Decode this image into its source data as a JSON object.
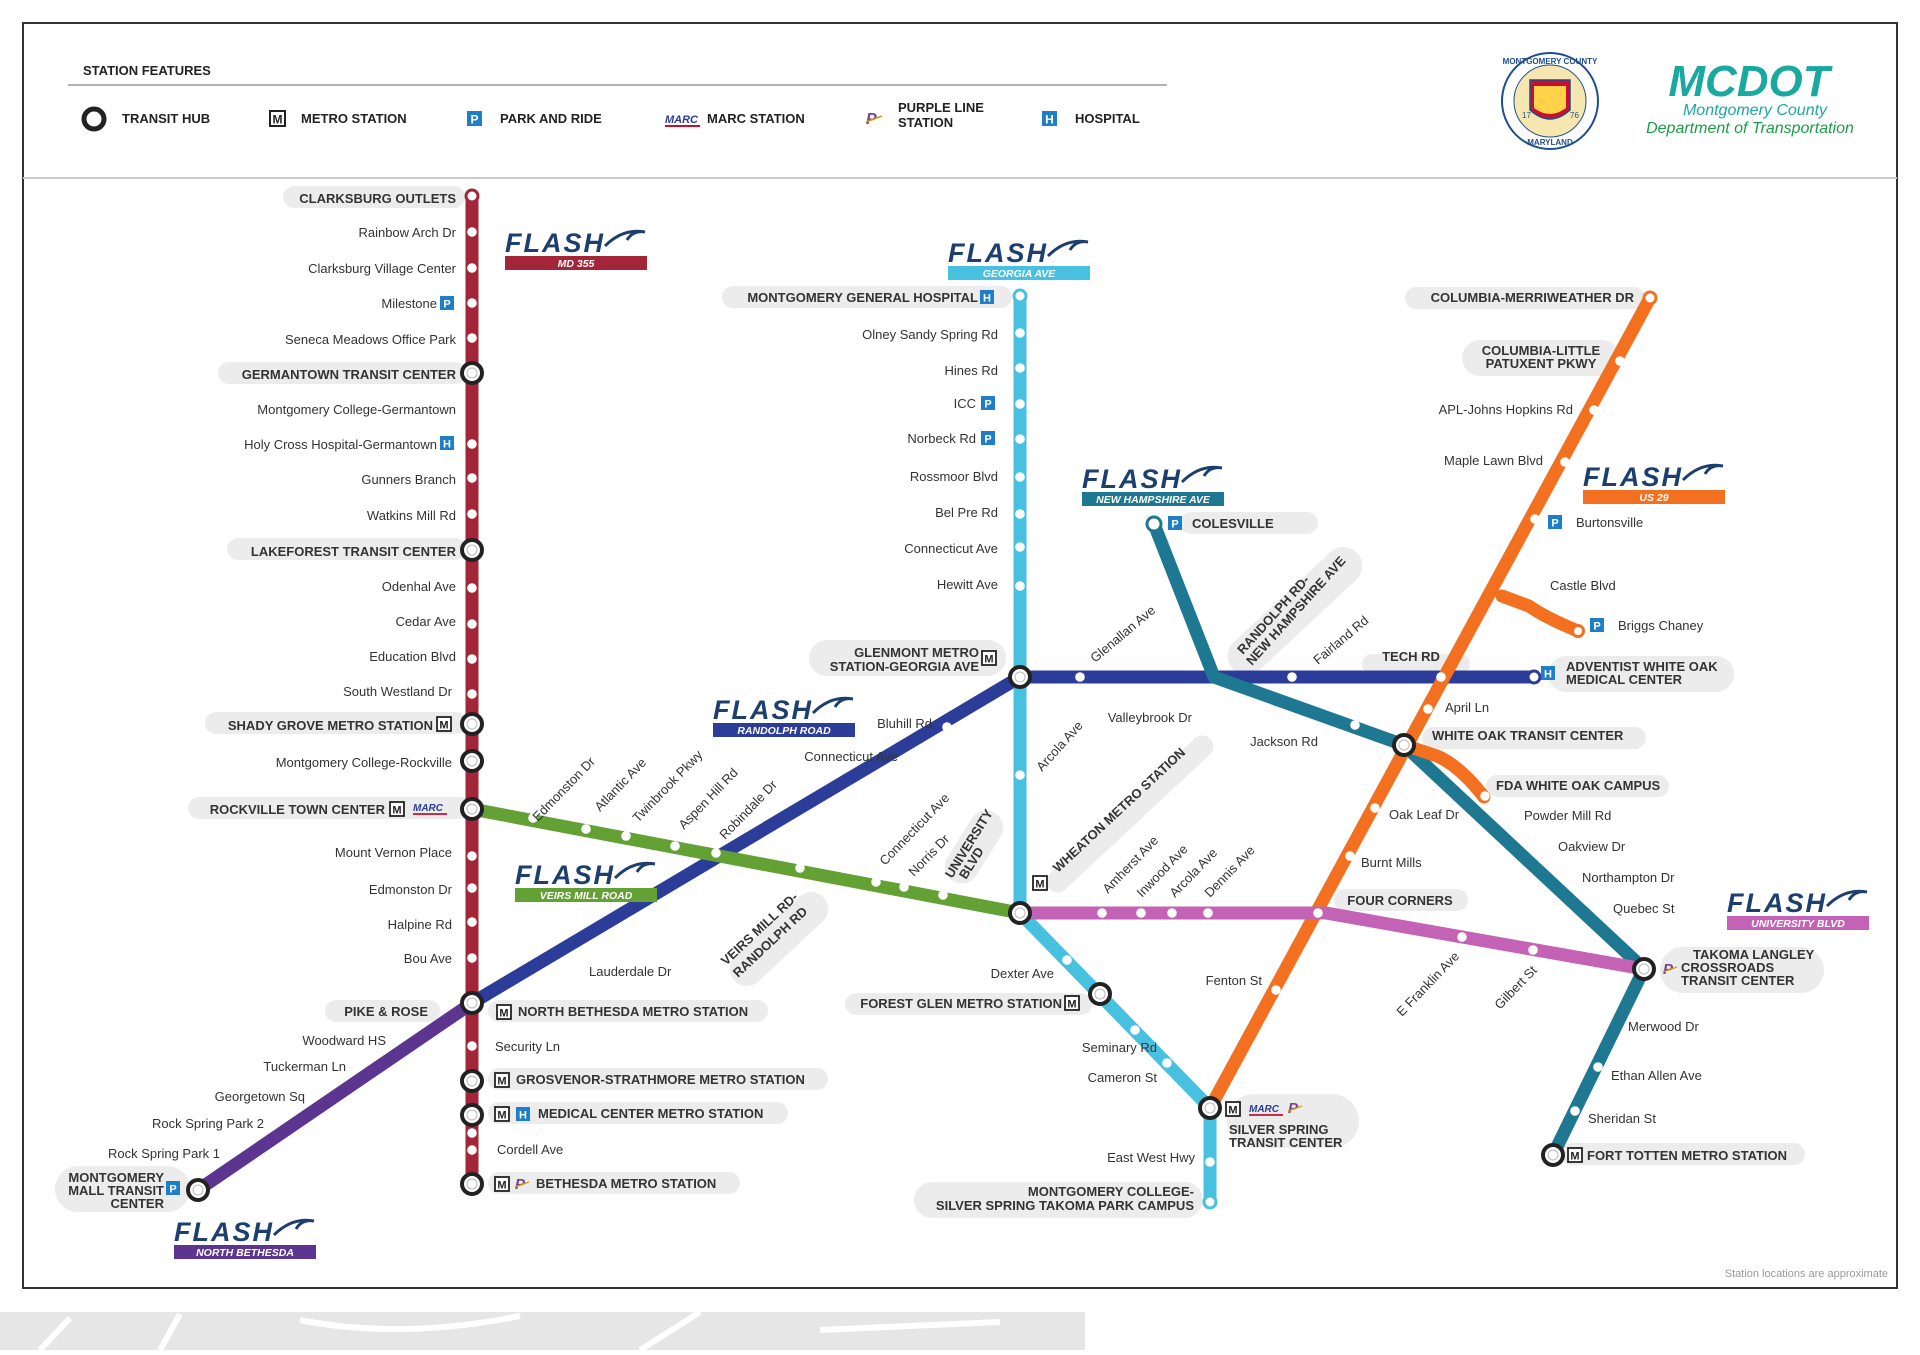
{
  "legend": {
    "title": "STATION FEATURES",
    "items": [
      {
        "icon": "transit-hub-icon",
        "label": "TRANSIT HUB"
      },
      {
        "icon": "metro-icon",
        "glyph": "M",
        "label": "METRO STATION"
      },
      {
        "icon": "park-and-ride-icon",
        "glyph": "P",
        "label": "PARK AND RIDE"
      },
      {
        "icon": "marc-icon",
        "glyph": "MARC",
        "label": "MARC STATION"
      },
      {
        "icon": "purple-line-icon",
        "glyph": "P",
        "label": "PURPLE LINE STATION"
      },
      {
        "icon": "hospital-icon",
        "glyph": "H",
        "label": "HOSPITAL"
      }
    ]
  },
  "brand": {
    "seal": {
      "top": "MONTGOMERY COUNTY",
      "bottom": "MARYLAND",
      "left_year": "17",
      "right_year": "76"
    },
    "name": "MCDOT",
    "sub1": "Montgomery County",
    "sub2": "Department of Transportation"
  },
  "colors": {
    "md355": "#a32638",
    "georgia": "#48c1e0",
    "newhampshire": "#1f7891",
    "randolph": "#2b3c99",
    "veirsmill": "#63a135",
    "us29": "#f37021",
    "university": "#c463b6",
    "northbethesda": "#5b3590",
    "pill": "#ececec",
    "icon_blue": "#1e7ec8",
    "text": "#333333"
  },
  "flash_word": "FLASH",
  "routes": {
    "md355": "MD 355",
    "georgia": "GEORGIA AVE",
    "newhampshire": "NEW HAMPSHIRE AVE",
    "randolph": "RANDOLPH ROAD",
    "veirsmill": "VEIRS MILL ROAD",
    "us29": "US 29",
    "university": "UNIVERSITY BLVD",
    "northbethesda": "NORTH BETHESDA"
  },
  "stations": {
    "clarksburg": "CLARKSBURG OUTLETS",
    "rainbow": "Rainbow Arch Dr",
    "clarksburg_village": "Clarksburg Village Center",
    "milestone": "Milestone",
    "seneca": "Seneca Meadows Office Park",
    "germantown": "GERMANTOWN TRANSIT CENTER",
    "mc_germantown": "Montgomery College-Germantown",
    "holycross": "Holy Cross Hospital-Germantown",
    "gunners": "Gunners Branch",
    "watkins": "Watkins Mill Rd",
    "lakeforest": "LAKEFOREST TRANSIT CENTER",
    "odenhal": "Odenhal Ave",
    "cedar": "Cedar Ave",
    "education": "Education Blvd",
    "southwestland": "South Westland Dr",
    "shadygrove": "SHADY GROVE METRO STATION",
    "mc_rockville": "Montgomery College-Rockville",
    "rockville": "ROCKVILLE TOWN CENTER",
    "mountvernon": "Mount Vernon Place",
    "edmonston_dr": "Edmonston Dr",
    "halpine": "Halpine Rd",
    "bou": "Bou Ave",
    "pikerose": "PIKE & ROSE",
    "northbethesda": "NORTH BETHESDA METRO STATION",
    "security": "Security Ln",
    "grosvenor": "GROSVENOR-STRATHMORE METRO STATION",
    "medical": "MEDICAL CENTER METRO STATION",
    "cordell": "Cordell Ave",
    "bethesda": "BETHESDA METRO STATION",
    "woodward": "Woodward HS",
    "tuckerman": "Tuckerman Ln",
    "georgetown": "Georgetown Sq",
    "rockspring2": "Rock Spring Park 2",
    "rockspring1": "Rock Spring Park 1",
    "mallline1": "MONTGOMERY",
    "mallline2": "MALL TRANSIT",
    "mallline3": "CENTER",
    "mgh": "MONTGOMERY GENERAL HOSPITAL",
    "olney": "Olney Sandy Spring Rd",
    "hines": "Hines Rd",
    "icc": "ICC",
    "norbeck": "Norbeck Rd",
    "rossmoor": "Rossmoor Blvd",
    "belpre": "Bel Pre Rd",
    "connecticut_g": "Connecticut Ave",
    "hewitt": "Hewitt Ave",
    "glenmont1": "GLENMONT METRO",
    "glenmont2": "STATION-GEORGIA AVE",
    "arcola1": "Arcola Ave",
    "wheaton": "WHEATON METRO STATION",
    "dexter": "Dexter Ave",
    "forestglen": "FOREST GLEN METRO STATION",
    "seminary": "Seminary Rd",
    "cameron": "Cameron St",
    "silverspring1": "SILVER SPRING",
    "silverspring2": "TRANSIT CENTER",
    "eastwest": "East West Hwy",
    "mcss1": "MONTGOMERY COLLEGE-",
    "mcss2": "SILVER SPRING TAKOMA PARK CAMPUS",
    "bluhill": "Bluhill Rd",
    "connecticut_r": "Connecticut Ave",
    "lauderdale": "Lauderdale Dr",
    "edmonston_v": "Edmonston Dr",
    "atlantic": "Atlantic Ave",
    "twinbrook": "Twinbrook Pkwy",
    "aspenhill": "Aspen Hill Rd",
    "robindale": "Robindale Dr",
    "connecticut_v": "Connecticut Ave",
    "norris": "Norris Dr",
    "univ1": "UNIVERSITY",
    "univ2": "BLVD",
    "veirs1": "VEIRS MILL RD-",
    "veirs2": "RANDOLPH RD",
    "glenallan": "Glenallan Ave",
    "randnh1": "RANDOLPH RD-",
    "randnh2": "NEW HAMPSHIRE AVE",
    "fairland": "Fairland Rd",
    "techrd": "TECH RD",
    "adventist1": "ADVENTIST WHITE OAK",
    "adventist2": "MEDICAL CENTER",
    "colesville": "COLESVILLE",
    "valleybrook": "Valleybrook Dr",
    "jackson": "Jackson Rd",
    "whiteoak": "WHITE OAK TRANSIT CENTER",
    "fda": "FDA WHITE OAK CAMPUS",
    "powdermill": "Powder Mill Rd",
    "oakview": "Oakview Dr",
    "northampton": "Northampton Dr",
    "quebec": "Quebec St",
    "takoma1": "TAKOMA LANGLEY",
    "takoma2": "CROSSROADS",
    "takoma3": "TRANSIT CENTER",
    "merwood": "Merwood Dr",
    "ethanallen": "Ethan Allen Ave",
    "sheridan": "Sheridan St",
    "forttotten": "FORT TOTTEN METRO STATION",
    "colmer": "COLUMBIA-MERRIWEATHER DR",
    "colpat1": "COLUMBIA-LITTLE",
    "colpat2": "PATUXENT PKWY",
    "apl": "APL-Johns Hopkins Rd",
    "maplelawn": "Maple Lawn Blvd",
    "burtonsville": "Burtonsville",
    "castle": "Castle Blvd",
    "briggs": "Briggs Chaney",
    "april": "April Ln",
    "oakleaf": "Oak Leaf Dr",
    "burntmills": "Burnt Mills",
    "fourcorners": "FOUR CORNERS",
    "fenton": "Fenton St",
    "amherst": "Amherst Ave",
    "inwood": "Inwood Ave",
    "arcola2": "Arcola Ave",
    "dennis": "Dennis Ave",
    "efranklin": "E Franklin Ave",
    "gilbert": "Gilbert St"
  },
  "footnote": "Station locations are approximate"
}
